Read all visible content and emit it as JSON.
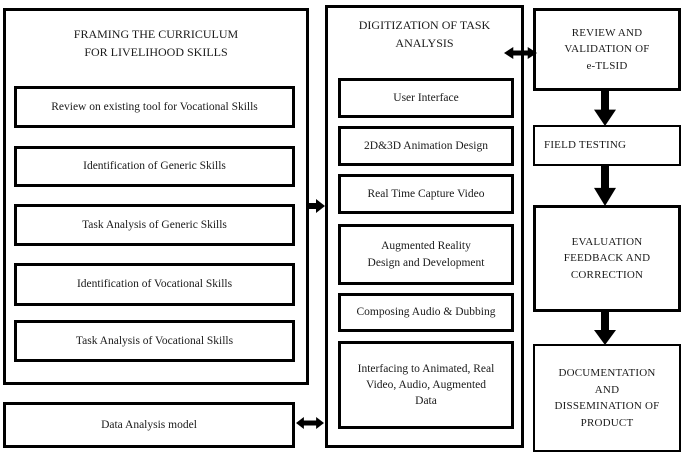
{
  "colors": {
    "border": "#000000",
    "background": "#ffffff",
    "text": "#1a1a1a"
  },
  "left_panel": {
    "title": "FRAMING THE CURRICULUM\nFOR LIVELIHOOD SKILLS",
    "steps": [
      "Review on existing tool for Vocational Skills",
      "Identification of Generic Skills",
      "Task Analysis of Generic Skills",
      "Identification of Vocational Skills",
      "Task Analysis of Vocational Skills"
    ],
    "data_analysis_box": "Data Analysis model"
  },
  "middle_panel": {
    "title": "DIGITIZATION OF TASK\nANALYSIS",
    "steps": [
      "User Interface",
      "2D&3D Animation Design",
      "Real Time Capture Video",
      "Augmented Reality\nDesign and Development",
      "Composing Audio & Dubbing",
      "Interfacing to Animated, Real\nVideo, Audio, Augmented\nData"
    ]
  },
  "right_flow": {
    "steps": [
      "REVIEW AND\nVALIDATION OF\ne-TLSID",
      "FIELD TESTING",
      "EVALUATION\nFEEDBACK AND\nCORRECTION",
      "DOCUMENTATION\nAND\nDISSEMINATION OF\nPRODUCT"
    ]
  },
  "connectors": {
    "left_panel_to_middle_panel": "arrow-right-icon",
    "middle_panel_to_review_box": "arrow-double-horizontal-icon",
    "data_analysis_to_middle_panel": "arrow-double-horizontal-icon",
    "review_to_field_testing": "arrow-down-icon",
    "field_testing_to_evaluation": "arrow-down-icon",
    "evaluation_to_documentation": "arrow-down-icon"
  }
}
